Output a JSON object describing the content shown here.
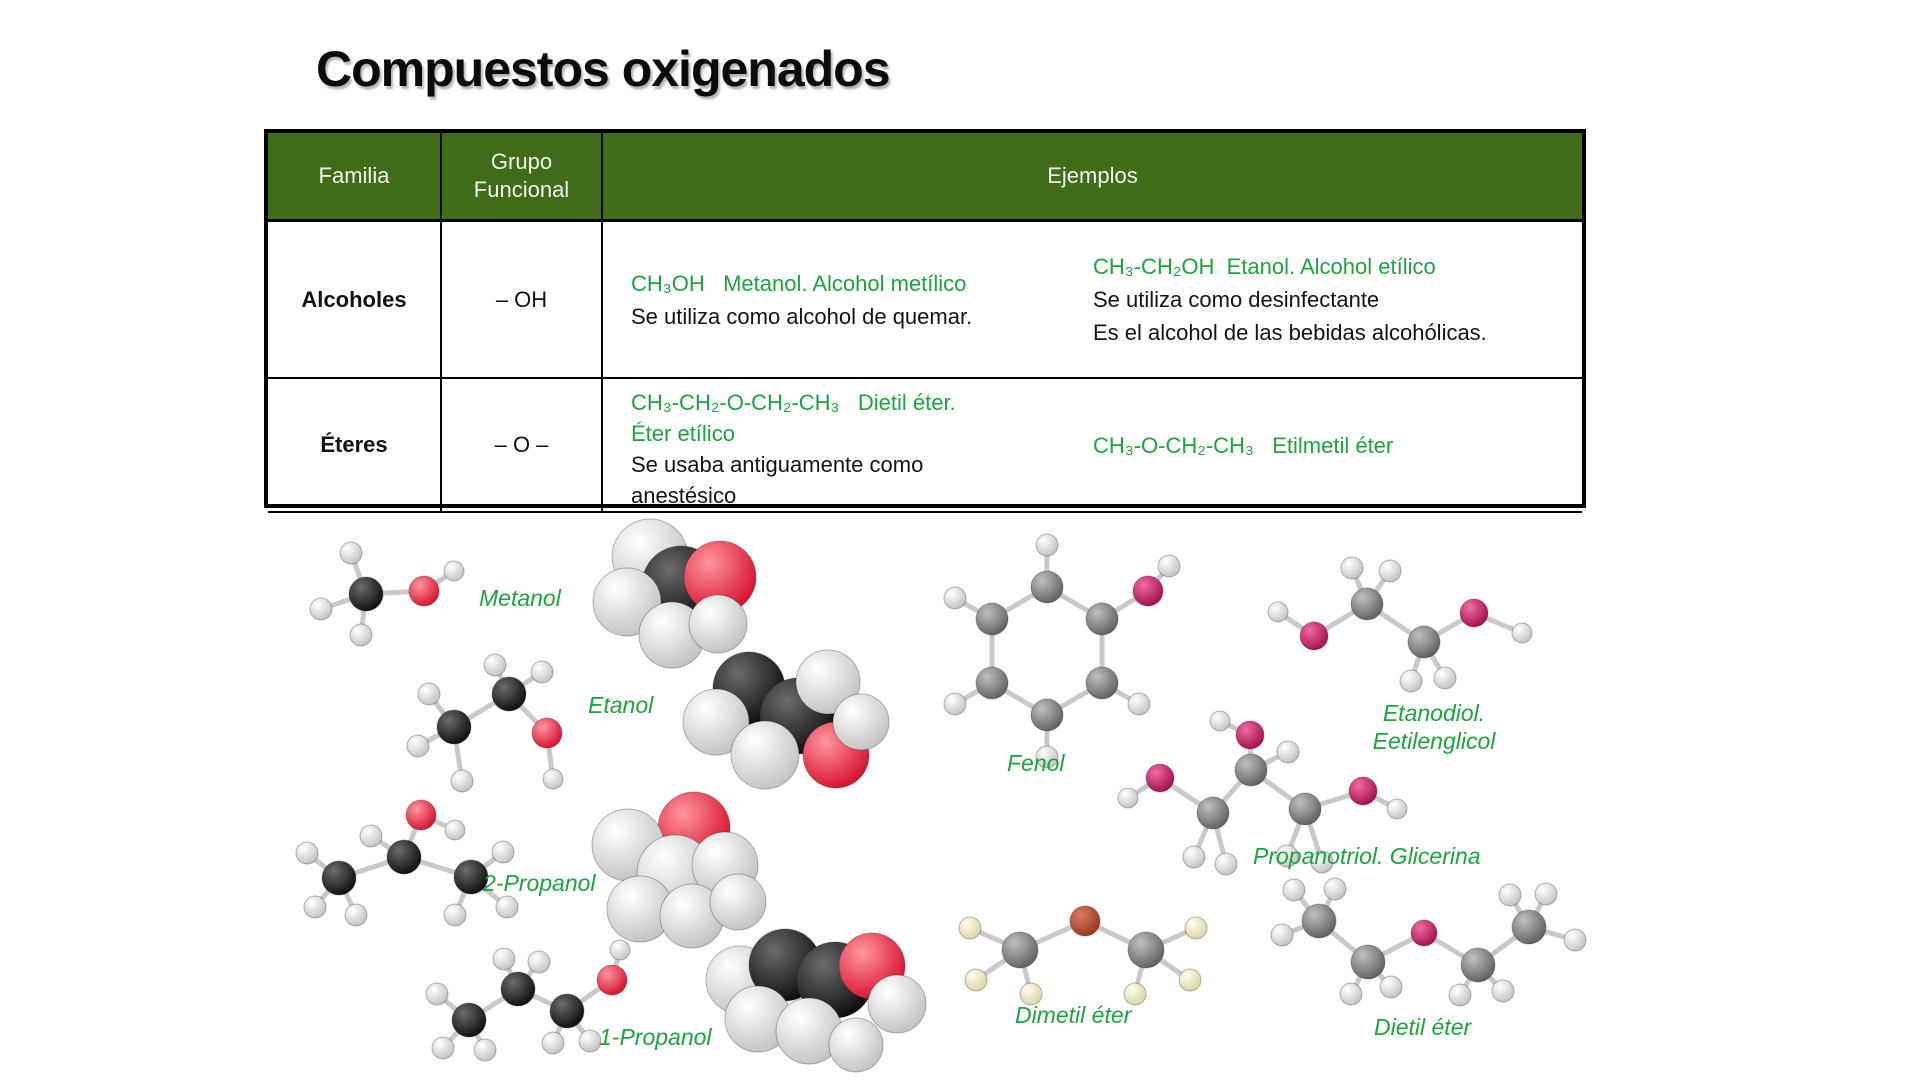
{
  "slide": {
    "title": "Compuestos oxigenados"
  },
  "colors": {
    "header_green": "#406b19",
    "text_green": "#1fa33f",
    "border": "#000000"
  },
  "table": {
    "headers": [
      {
        "label": "Familia"
      },
      {
        "label": "Grupo Funcional"
      },
      {
        "label": "Ejemplos"
      }
    ],
    "rows": [
      {
        "familia": "Alcoholes",
        "grupo": "– OH",
        "left": {
          "formula": "CH₃OH   Metanol. Alcohol metílico",
          "line1": "Se utiliza como alcohol de quemar."
        },
        "right": {
          "formula": "CH₃-CH₂OH  Etanol. Alcohol etílico",
          "line1": "Se utiliza como desinfectante",
          "line2": "Es el alcohol de las bebidas alcohólicas."
        }
      },
      {
        "familia": "Éteres",
        "grupo": "– O –",
        "left": {
          "formula": "CH₃-CH₂-O-CH₂-CH₃   Dietil éter.",
          "formula2": "Éter etílico",
          "line1": "Se usaba antiguamente como",
          "line2": "anestésico"
        },
        "right": {
          "formula": "CH₃-O-CH₂-CH₃   Etilmetil éter"
        }
      }
    ]
  },
  "molecule_labels": [
    {
      "text": "Metanol"
    },
    {
      "text": "Etanol"
    },
    {
      "text": "2-Propanol"
    },
    {
      "text": "1-Propanol"
    },
    {
      "text": "Fenol"
    },
    {
      "text": "Etanodiol."
    },
    {
      "text": "Eetilenglicol"
    },
    {
      "text": "Propanotriol. Glicerina"
    },
    {
      "text": "Dimetil éter"
    },
    {
      "text": "Dietil éter"
    }
  ]
}
